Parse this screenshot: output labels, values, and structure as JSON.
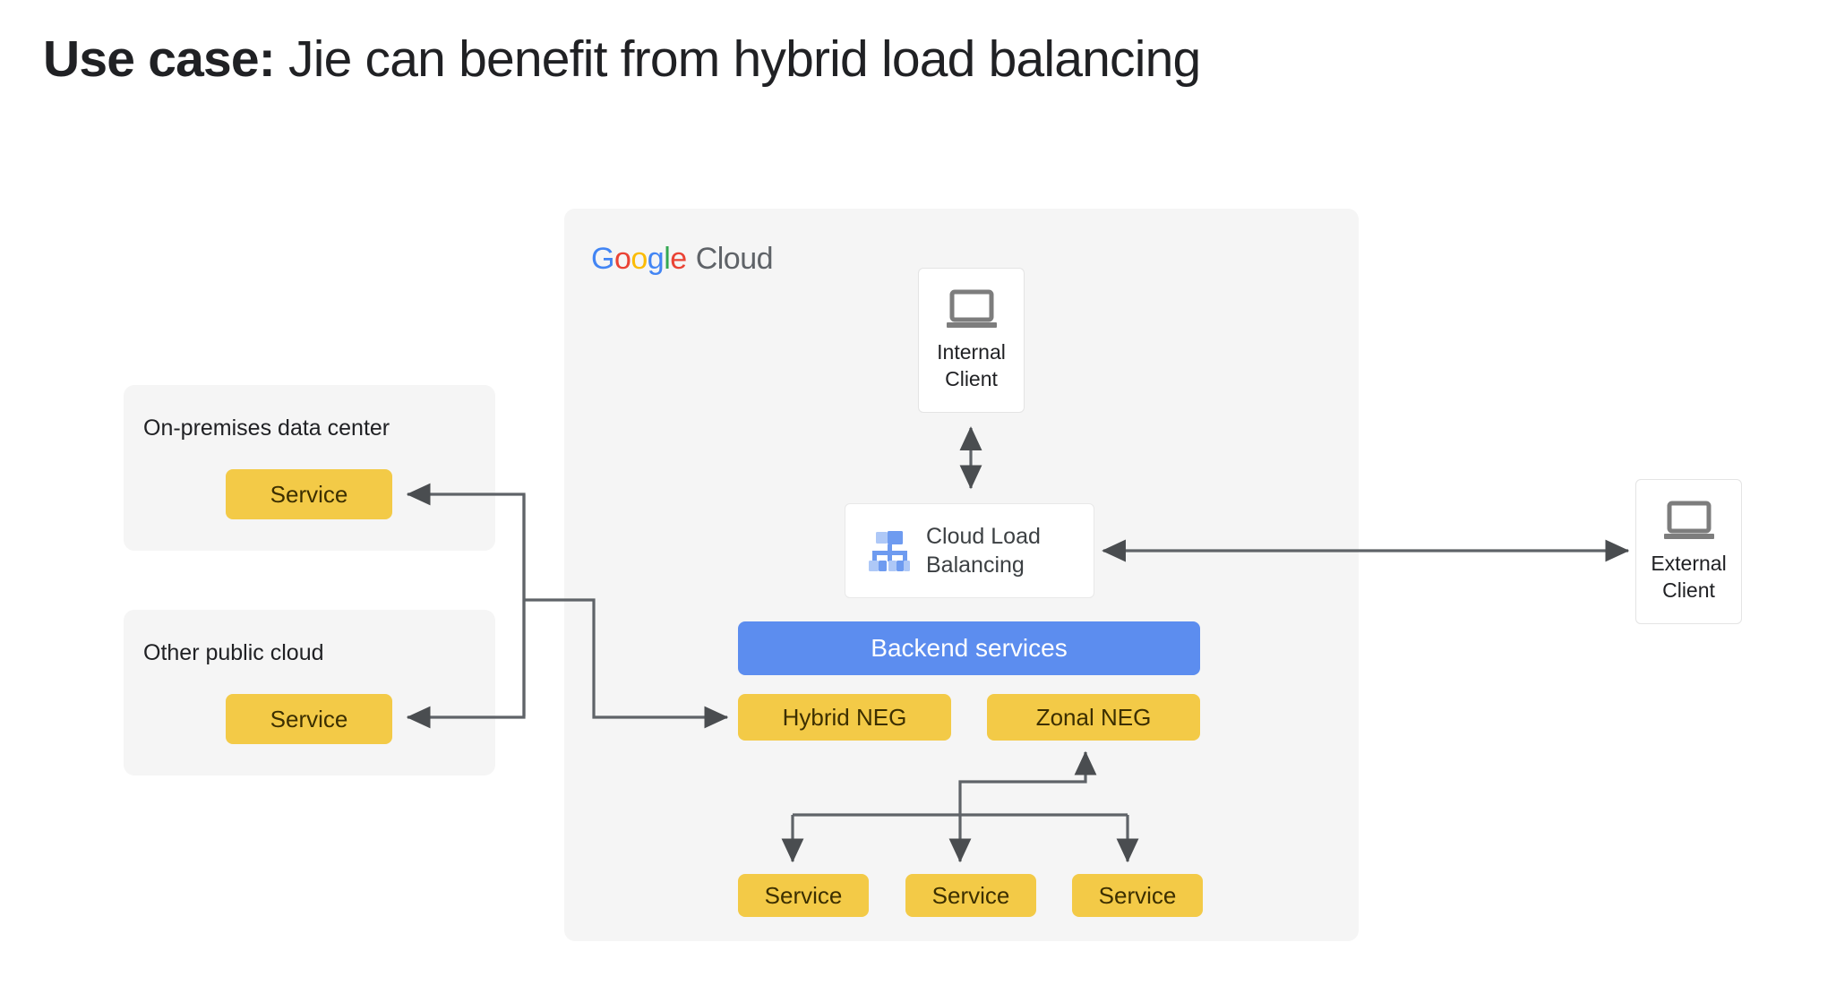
{
  "title": {
    "strong": "Use case:",
    "normal": " Jie can benefit from hybrid load balancing"
  },
  "colors": {
    "panel_bg": "#f5f5f5",
    "yellow": "#f3ca47",
    "blue": "#5c8def",
    "connector": "#5f6368",
    "text": "#202124",
    "google_blue": "#4285f4",
    "google_red": "#ea4335",
    "google_yellow": "#fbbc05",
    "google_green": "#34a853",
    "google_grey": "#5f6368"
  },
  "gcp_panel": {
    "logo": {
      "g1": "G",
      "o1": "o",
      "o2": "o",
      "g2": "g",
      "l1": "l",
      "e1": "e",
      "cloud": "Cloud"
    },
    "icon_name": "google-cloud-logo"
  },
  "groups": [
    {
      "title": "On-premises data center",
      "service_label": "Service"
    },
    {
      "title": "Other public cloud",
      "service_label": "Service"
    }
  ],
  "clients": {
    "internal": {
      "line1": "Internal",
      "line2": "Client",
      "icon_name": "laptop-icon"
    },
    "external": {
      "line1": "External",
      "line2": "Client",
      "icon_name": "laptop-icon"
    }
  },
  "load_balancer": {
    "line1": "Cloud Load",
    "line2": "Balancing",
    "icon_name": "load-balancer-icon"
  },
  "backend_services": {
    "label": "Backend services"
  },
  "negs": [
    {
      "label": "Hybrid NEG"
    },
    {
      "label": "Zonal NEG"
    }
  ],
  "zonal_services": [
    {
      "label": "Service"
    },
    {
      "label": "Service"
    },
    {
      "label": "Service"
    }
  ]
}
